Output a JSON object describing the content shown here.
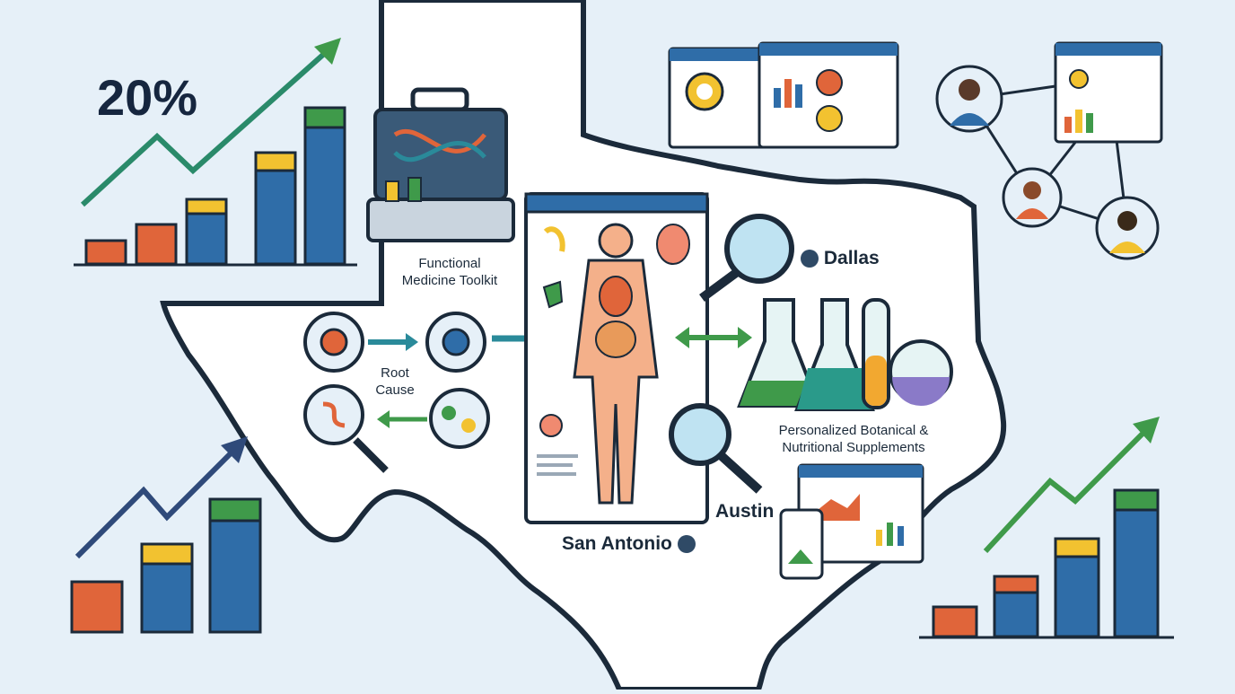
{
  "colors": {
    "background": "#e6f0f8",
    "outline": "#1b2a3a",
    "green": "#3f9a4a",
    "blue": "#2f6da8",
    "teal": "#2a8a9a",
    "orange": "#e0653a",
    "yellow": "#f2c230",
    "skin": "#f4b08a"
  },
  "growth": {
    "percent_label": "20%"
  },
  "toolkit": {
    "label_line1": "Functional",
    "label_line2": "Medicine Toolkit"
  },
  "root_cause": {
    "label_line1": "Root",
    "label_line2": "Cause"
  },
  "supplements": {
    "label_line1": "Personalized Botanical &",
    "label_line2": "Nutritional Supplements"
  },
  "cities": {
    "dallas": "Dallas",
    "austin": "Austin",
    "san_antonio": "San Antonio"
  }
}
